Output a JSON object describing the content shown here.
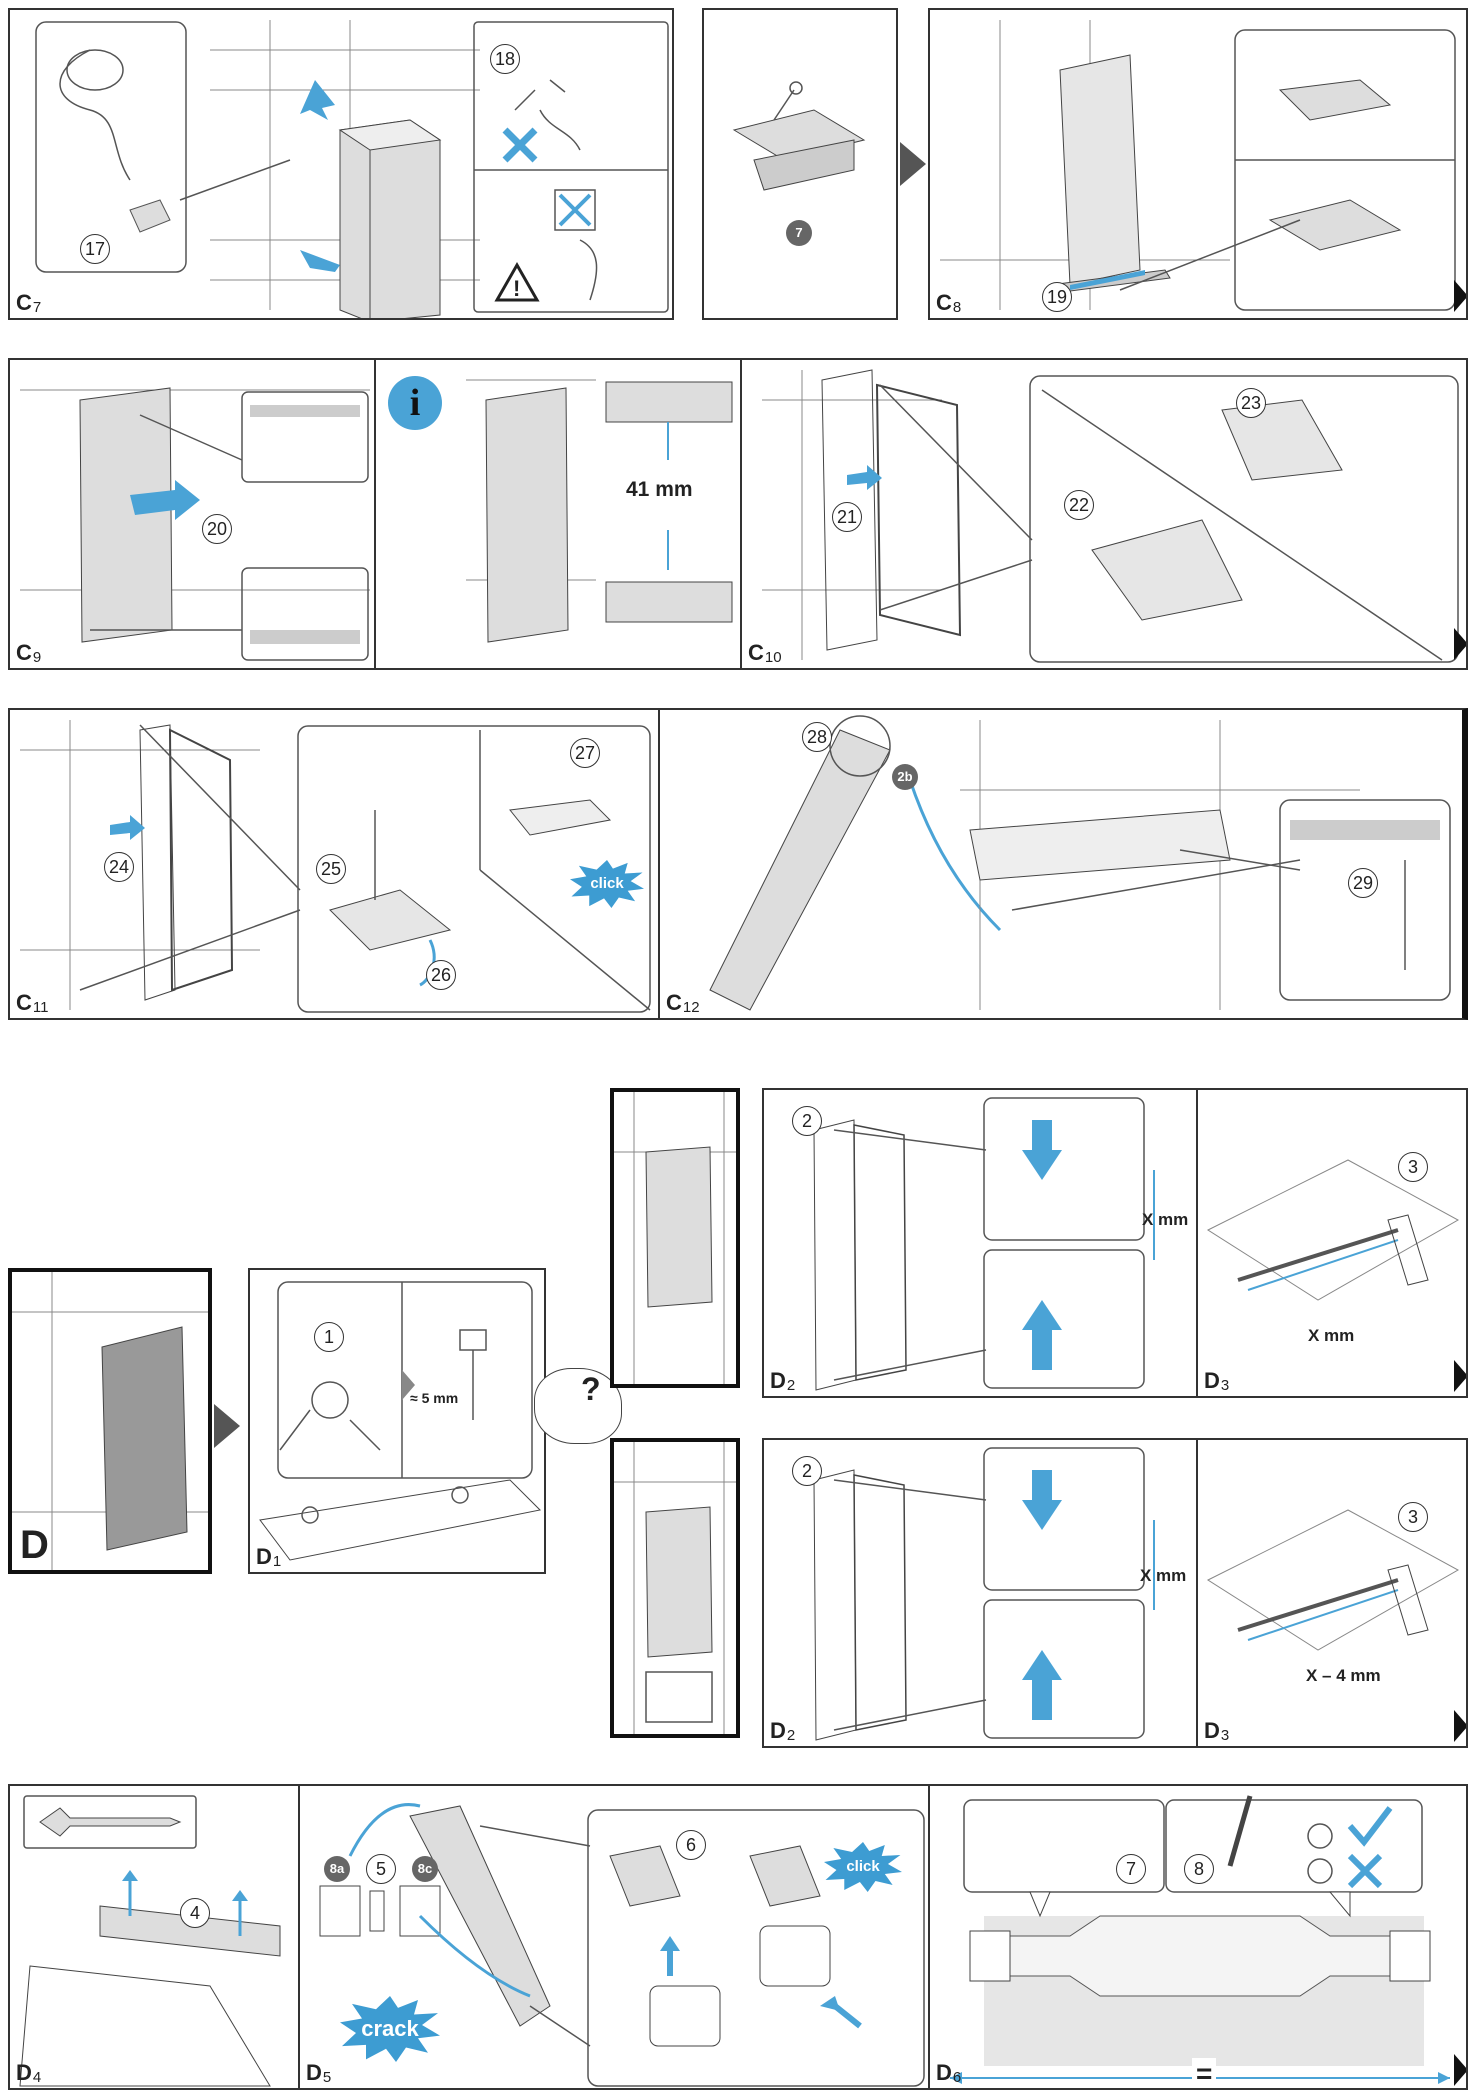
{
  "panels": {
    "c7": {
      "label": "C",
      "sub": "7",
      "steps": [
        "17",
        "18"
      ]
    },
    "c8pre": {
      "badge": "7"
    },
    "c8": {
      "label": "C",
      "sub": "8",
      "steps": [
        "19"
      ]
    },
    "c9": {
      "label": "C",
      "sub": "9",
      "steps": [
        "20"
      ]
    },
    "info": {
      "icon_text": "i",
      "measure": "41 mm"
    },
    "c10": {
      "label": "C",
      "sub": "10",
      "steps": [
        "21",
        "22",
        "23"
      ]
    },
    "c11": {
      "label": "C",
      "sub": "11",
      "steps": [
        "24",
        "25",
        "26",
        "27"
      ],
      "click": "click"
    },
    "c12": {
      "label": "C",
      "sub": "12",
      "steps": [
        "28",
        "29"
      ],
      "badge": "2b"
    },
    "d": {
      "label": "D"
    },
    "d1": {
      "label": "D",
      "sub": "1",
      "steps": [
        "1"
      ],
      "measure": "≈ 5 mm",
      "question": "?"
    },
    "d2a": {
      "label": "D",
      "sub": "2",
      "steps": [
        "2"
      ],
      "measure": "X mm"
    },
    "d3a": {
      "label": "D",
      "sub": "3",
      "steps": [
        "3"
      ],
      "measure": "X mm"
    },
    "d2b": {
      "label": "D",
      "sub": "2",
      "steps": [
        "2"
      ],
      "measure": "X mm"
    },
    "d3b": {
      "label": "D",
      "sub": "3",
      "steps": [
        "3"
      ],
      "measure": "X – 4 mm"
    },
    "d4": {
      "label": "D",
      "sub": "4",
      "steps": [
        "4"
      ]
    },
    "d5": {
      "label": "D",
      "sub": "5",
      "steps": [
        "5",
        "6"
      ],
      "badges": [
        "8a",
        "8c"
      ],
      "crack": "crack",
      "click": "click"
    },
    "d6": {
      "label": "D",
      "sub": "6",
      "steps": [
        "7",
        "8"
      ],
      "equal": "="
    }
  },
  "colors": {
    "accent": "#4aa3d6",
    "panel_fill": "#e6e6e6",
    "line": "#555555"
  }
}
